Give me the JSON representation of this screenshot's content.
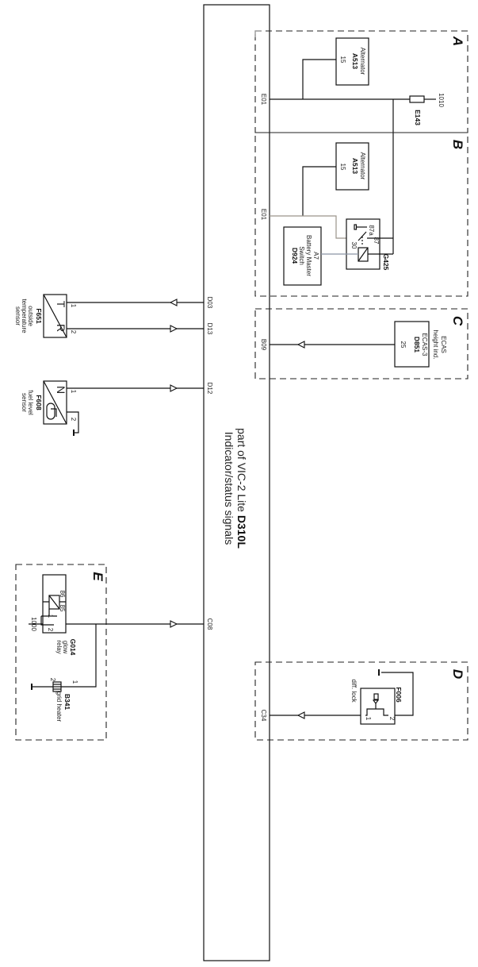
{
  "module": {
    "title_prefix": "part of VIC-2 Lite ",
    "title_code": "D310L",
    "subtitle": "Indicator/status signals"
  },
  "sections": {
    "A": {
      "label": "A",
      "pin": "E01",
      "alternator_name": "Alternator",
      "alternator_code": "A513",
      "alternator_pin": "15",
      "fuse_code": "E143",
      "fuse_wire": "1010"
    },
    "B": {
      "label": "B",
      "pin": "E01",
      "alternator_name": "Alternator",
      "alternator_code": "A513",
      "alternator_pin": "15",
      "switch_line1": "A7",
      "switch_line2": "Battery Master",
      "switch_line3": "Switch",
      "switch_code": "D924",
      "relay_code": "G425",
      "relay_pin_87a": "87a",
      "relay_pin_87": "87",
      "relay_pin_30": "30"
    },
    "C": {
      "label": "C",
      "pin": "B09",
      "device_line1": "ECAS",
      "device_line2": "height ind.",
      "device_line3": "ECAS-3",
      "device_code": "D851",
      "device_pin": "25"
    },
    "D": {
      "label": "D",
      "pin": "C34",
      "switch_code": "F006",
      "switch_desc": "diff. lock",
      "pin1": "1",
      "pin2": "2"
    },
    "E": {
      "label": "E",
      "pin": "C08",
      "relay_code": "G014",
      "relay_line1": "glow",
      "relay_line2": "relay",
      "relay_pin_85": "85",
      "relay_pin_86": "86",
      "relay_pin_1": "1",
      "relay_pin_2": "2",
      "relay_wire": "1000",
      "heater_code": "B341",
      "heater_desc": "grid heater",
      "heater_pin1": "1",
      "heater_pin2": "2"
    }
  },
  "sensors": {
    "temp": {
      "code": "F651",
      "line1": "outside",
      "line2": "temperature",
      "line3": "sensor",
      "symbol_top": "T",
      "symbol_bottom": "R",
      "pin1": "1",
      "pin2": "2",
      "module_pin1": "D03",
      "module_pin2": "D13"
    },
    "fuel": {
      "code": "F608",
      "line1": "fuel level",
      "line2": "sensor",
      "symbol_top": "N",
      "pin1": "1",
      "pin2": "2",
      "module_pin": "D12"
    }
  }
}
